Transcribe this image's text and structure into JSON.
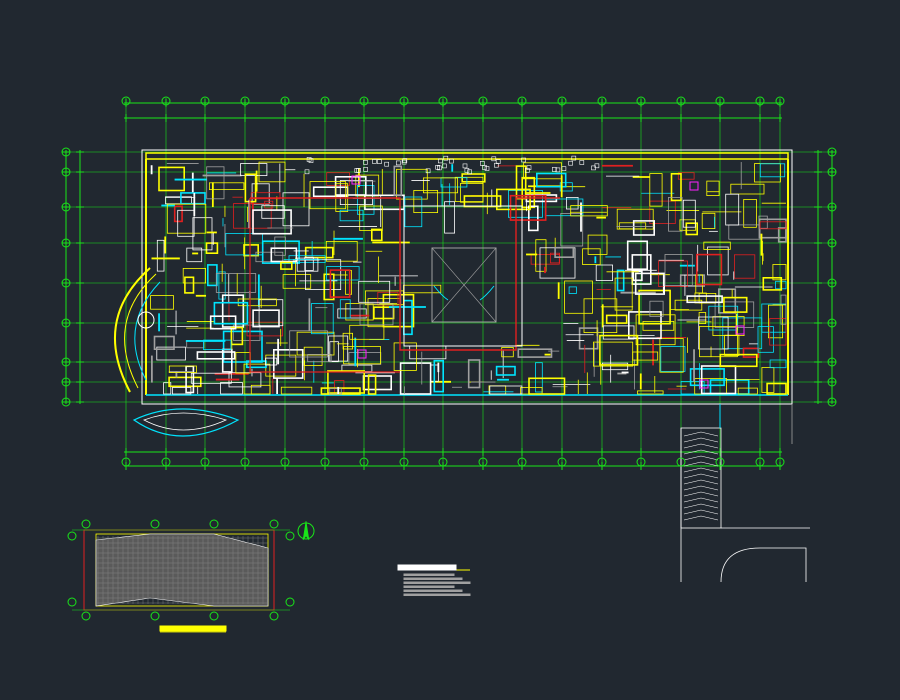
{
  "colors": {
    "background": "#212830",
    "grid": "#19e619",
    "dimension": "#19e619",
    "wall": "#ffff00",
    "cyan": "#00e5ff",
    "red": "#e02020",
    "white": "#ffffff",
    "magenta": "#ff22ff",
    "gray": "#a0a0a0"
  },
  "main_plan": {
    "top_axis_count": 18,
    "side_axis_count": 9,
    "icon": "floor-plan"
  },
  "site_plan": {
    "icon": "site-key-plan"
  },
  "north_arrow": {
    "icon": "north-arrow-icon"
  }
}
